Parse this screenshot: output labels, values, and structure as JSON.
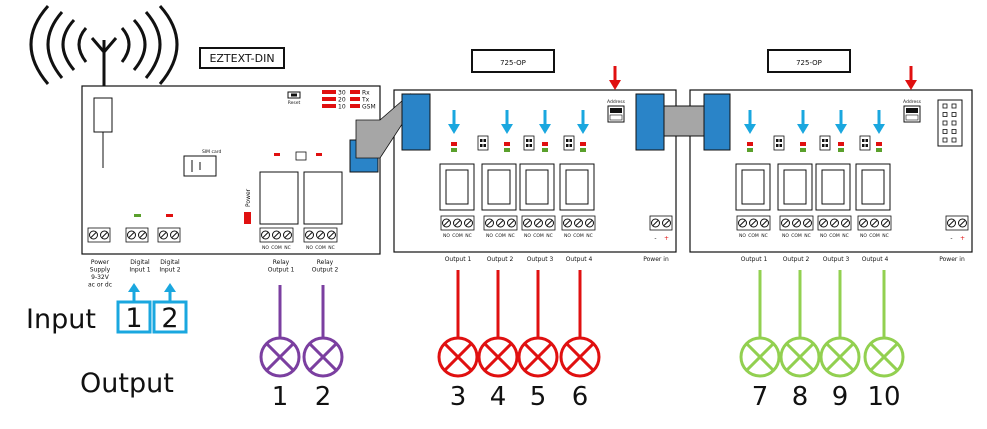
{
  "colors": {
    "relay": "#7b3fa0",
    "op1": "#e01010",
    "op2": "#92d050",
    "input": "#1aa7df",
    "arrow_red": "#e01010",
    "cable": "#a6a6a6",
    "connector": "#2a84c8"
  },
  "panel_main": {
    "title": "EZTEXT-DIN",
    "reset_label": "Reset",
    "sim_label": "SIM card",
    "power_label": "Power",
    "led_labels": [
      "30",
      "20",
      "10"
    ],
    "status_labels": [
      "Rx",
      "Tx",
      "GSM"
    ],
    "bottom_labels": [
      {
        "lines": [
          "Power",
          "Supply",
          "9-32V",
          "ac or dc"
        ]
      },
      {
        "lines": [
          "Digital",
          "Input 1"
        ]
      },
      {
        "lines": [
          "Digital",
          "Input 2"
        ]
      },
      {
        "lines": [
          "Relay",
          "Output 1"
        ]
      },
      {
        "lines": [
          "Relay",
          "Output 2"
        ]
      }
    ],
    "relay_terms": [
      "NO",
      "COM",
      "NC"
    ]
  },
  "panel_op1": {
    "title": "725-OP",
    "address_label": "Address",
    "outputs": [
      "Output 1",
      "Output 2",
      "Output 3",
      "Output 4"
    ],
    "power_in": "Power in",
    "term_minus": "-",
    "term_plus": "+",
    "relay_terms": [
      "NO",
      "COM",
      "NC"
    ]
  },
  "panel_op2": {
    "title": "725-OP",
    "address_label": "Address",
    "outputs": [
      "Output 1",
      "Output 2",
      "Output 3",
      "Output 4"
    ],
    "power_in": "Power in",
    "term_minus": "-",
    "term_plus": "+",
    "relay_terms": [
      "NO",
      "COM",
      "NC"
    ]
  },
  "legend": {
    "input_label": "Input",
    "input_numbers": [
      "1",
      "2"
    ],
    "output_label": "Output"
  },
  "lamps": [
    "1",
    "2",
    "3",
    "4",
    "5",
    "6",
    "7",
    "8",
    "9",
    "10"
  ]
}
